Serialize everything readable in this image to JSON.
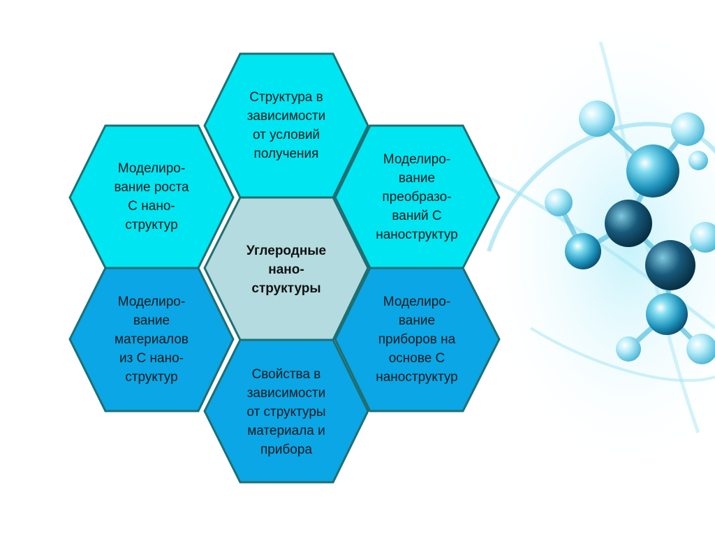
{
  "diagram": {
    "center": {
      "text": "Углеродные\nнано-\nструктуры"
    },
    "cells": [
      {
        "id": "top",
        "text": "Структура в\nзависимости\nот условий\nполучения"
      },
      {
        "id": "upper-left",
        "text": "Моделиро-\nвание роста\nС нано-\nструктур"
      },
      {
        "id": "upper-right",
        "text": "Моделиро-\nвание\nпреобразо-\nваний С\nнаноструктур"
      },
      {
        "id": "lower-left",
        "text": "Моделиро-\nвание\nматериалов\nиз С нано-\nструктур"
      },
      {
        "id": "lower-right",
        "text": "Моделиро-\nвание\nприборов на\nоснове С\nнаноструктур"
      },
      {
        "id": "bottom",
        "text": "Свойства в\nзависимости\nот структуры\nматериала и\nприбора"
      }
    ]
  },
  "colors": {
    "light_cyan": "#00e5f2",
    "medium_blue": "#0aa6e6",
    "center_fill": "#b3dbe0",
    "outline": "#1f6f72"
  },
  "background": {
    "icon": "molecule-illustration-icon"
  }
}
